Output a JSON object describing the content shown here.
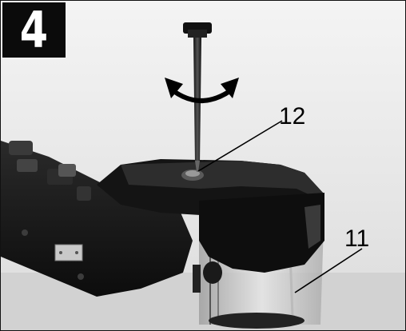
{
  "step": {
    "number": "4"
  },
  "callouts": {
    "c12": "12",
    "c11": "11"
  },
  "icons": {
    "rotate_arrow": "rotate-both-ways-arrow-icon"
  }
}
